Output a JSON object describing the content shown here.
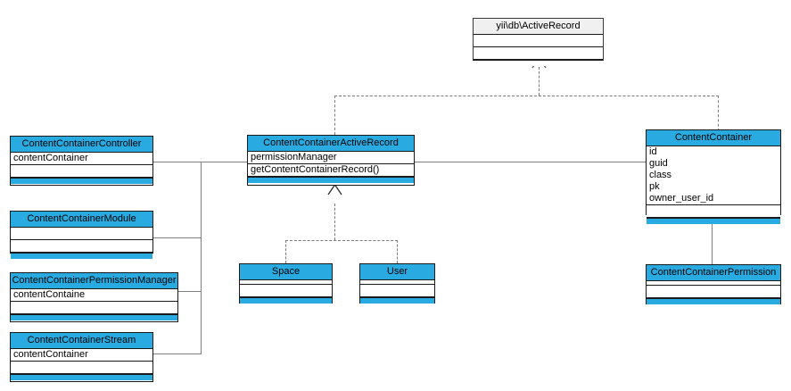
{
  "diagram": {
    "title": "ContentContainer UML class diagram",
    "colors": {
      "class_header": "#29abe2",
      "base_header": "#f0f0f0",
      "border": "#1a1a1a",
      "connector": "#808080",
      "dashed_connector": "#7a7a7a",
      "background": "#ffffff"
    },
    "classes": [
      {
        "id": "active-record",
        "name": "yii\\db\\ActiveRecord",
        "attributes": [],
        "operations": []
      },
      {
        "id": "content-container-controller",
        "name": "ContentContainerController",
        "attributes": [
          "contentContainer"
        ],
        "operations": []
      },
      {
        "id": "content-container-module",
        "name": "ContentContainerModule",
        "attributes": [],
        "operations": []
      },
      {
        "id": "content-container-permission-manager",
        "name": "ContentContainerPermissionManager",
        "attributes": [
          "contentContaine"
        ],
        "operations": []
      },
      {
        "id": "content-container-stream",
        "name": "ContentContainerStream",
        "attributes": [
          "contentContainer"
        ],
        "operations": []
      },
      {
        "id": "content-container-active-record",
        "name": "ContentContainerActiveRecord",
        "attributes": [
          "permissionManager"
        ],
        "operations": [
          "getContentContainerRecord()"
        ]
      },
      {
        "id": "space",
        "name": "Space",
        "attributes": [],
        "operations": []
      },
      {
        "id": "user",
        "name": "User",
        "attributes": [],
        "operations": []
      },
      {
        "id": "content-container",
        "name": "ContentContainer",
        "attributes": [
          "id",
          "guid",
          "class",
          "pk",
          "owner_user_id"
        ],
        "operations": []
      },
      {
        "id": "content-container-permission",
        "name": "ContentContainerPermission",
        "attributes": [],
        "operations": []
      }
    ],
    "relationships": [
      {
        "from": "content-container-active-record",
        "to": "active-record",
        "type": "realization-dashed-arrow"
      },
      {
        "from": "content-container",
        "to": "active-record",
        "type": "realization-dashed-arrow"
      },
      {
        "from": "space",
        "to": "content-container-active-record",
        "type": "realization-dashed-arrow"
      },
      {
        "from": "user",
        "to": "content-container-active-record",
        "type": "realization-dashed-arrow"
      },
      {
        "from": "content-container-controller",
        "to": "content-container-active-record",
        "type": "association"
      },
      {
        "from": "content-container-module",
        "to": "content-container-active-record",
        "type": "association"
      },
      {
        "from": "content-container-permission-manager",
        "to": "content-container-active-record",
        "type": "association"
      },
      {
        "from": "content-container-stream",
        "to": "content-container-active-record",
        "type": "association"
      },
      {
        "from": "content-container-active-record",
        "to": "content-container",
        "type": "association"
      },
      {
        "from": "content-container",
        "to": "content-container-permission",
        "type": "association"
      }
    ]
  }
}
